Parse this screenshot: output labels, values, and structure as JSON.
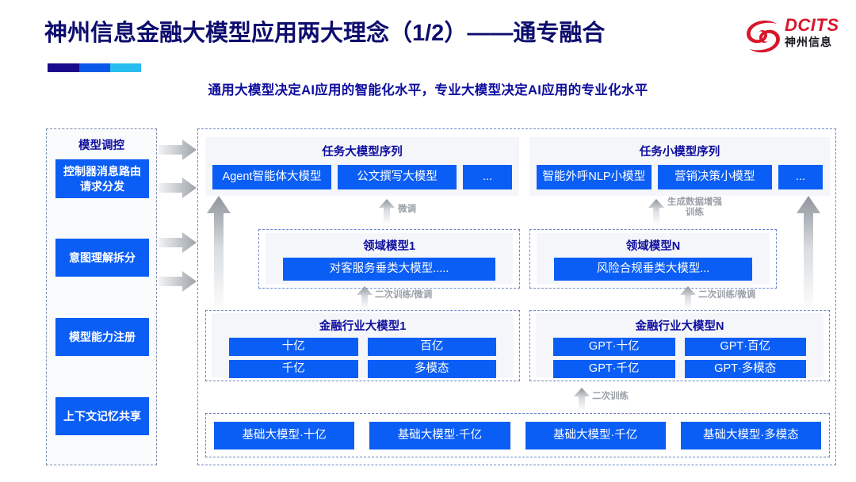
{
  "header": {
    "title": "神州信息金融大模型应用两大理念（1/2）——通专融合",
    "subtitle": "通用大模型决定AI应用的智能化水平，专业大模型决定AI应用的专业化水平",
    "accent_colors": [
      "#1a0a8c",
      "#0a58e8",
      "#29bdf0"
    ]
  },
  "logo": {
    "en": "DCITS",
    "cn": "神州信息",
    "mark_color": "#d8152a"
  },
  "colors": {
    "chip_blue": "#0b5ef5",
    "title_navy": "#0d0d9e",
    "panel_grey": "#f4f6f9",
    "dash_border": "#6f86c9",
    "arrow_grey": "#9aa0a8"
  },
  "sidebar": {
    "title": "模型调控",
    "items": [
      {
        "label": "控制器消息路由请求分发"
      },
      {
        "label": "意图理解拆分"
      },
      {
        "label": "模型能力注册"
      },
      {
        "label": "上下文记忆共享"
      }
    ]
  },
  "diagram": {
    "task_sequences": [
      {
        "title": "任务大模型序列",
        "chips": [
          "Agent智能体大模型",
          "公文撰写大模型",
          "..."
        ]
      },
      {
        "title": "任务小模型序列",
        "chips": [
          "智能外呼NLP小模型",
          "营销决策小模型",
          "..."
        ]
      }
    ],
    "domain_models": [
      {
        "title": "领域模型1",
        "chip": "对客服务垂类大模型....."
      },
      {
        "title": "领域模型N",
        "chip": "风险合规垂类大模型..."
      }
    ],
    "industry_models": [
      {
        "title": "金融行业大模型1",
        "cells": [
          "十亿",
          "百亿",
          "千亿",
          "多模态"
        ]
      },
      {
        "title": "金融行业大模型N",
        "cells": [
          "GPT·十亿",
          "GPT·百亿",
          "GPT·千亿",
          "GPT·多模态"
        ]
      }
    ],
    "base_models": [
      "基础大模型·十亿",
      "基础大模型·千亿",
      "基础大模型·千亿",
      "基础大模型·多模态"
    ],
    "arrow_labels": {
      "finetune_left": "微调",
      "augment_right": "生成数据增强\n训练",
      "augment_right_line1": "生成数据增强",
      "augment_right_line2": "训练",
      "retrain_finetune_left": "二次训练/微调",
      "retrain_finetune_right": "二次训练/微调",
      "retrain_bottom": "二次训练"
    }
  }
}
